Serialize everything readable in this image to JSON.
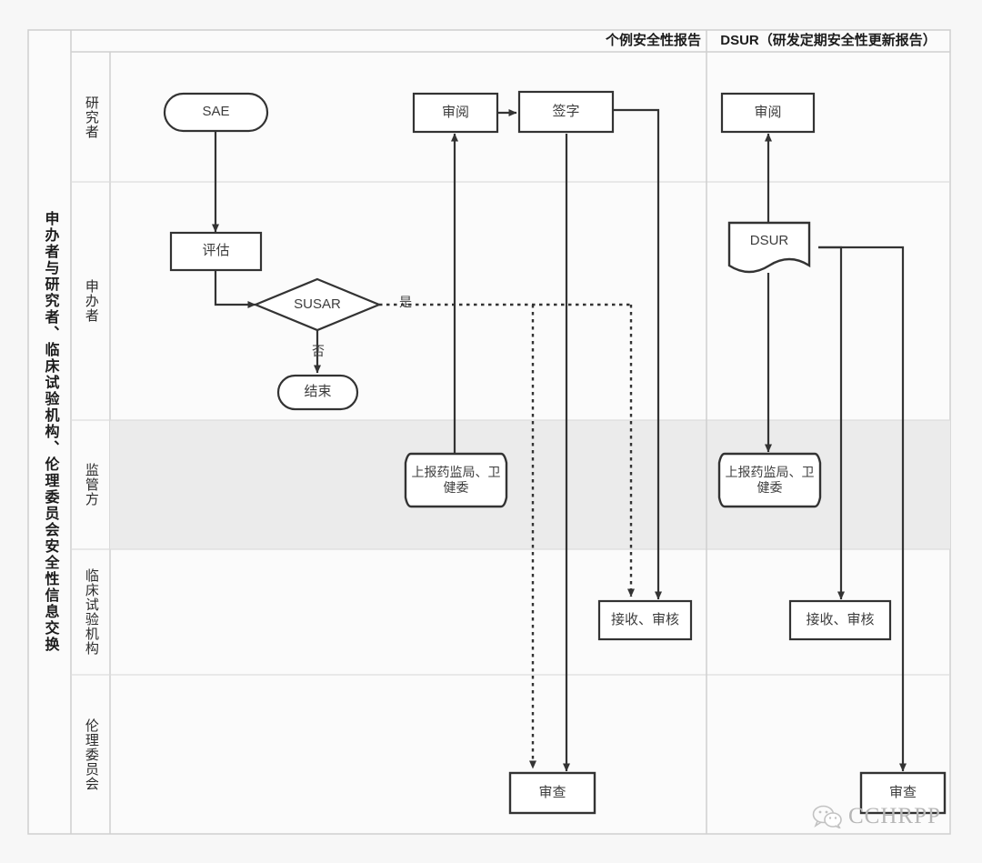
{
  "diagram": {
    "pool_title": "申办者与研究者、临床试验机构、伦理委员会安全性信息交换",
    "columns": [
      {
        "key": "case_report",
        "label": "个例安全性报告"
      },
      {
        "key": "dsur",
        "label": "DSUR（研发定期安全性更新报告）"
      }
    ],
    "lanes": [
      {
        "key": "investigator",
        "label": "研究者"
      },
      {
        "key": "sponsor",
        "label": "申办者"
      },
      {
        "key": "regulator",
        "label": "监管方",
        "highlight": true
      },
      {
        "key": "site",
        "label": "临床试验机构"
      },
      {
        "key": "ethics",
        "label": "伦理委员会"
      }
    ],
    "nodes": {
      "sae": "SAE",
      "assess": "评估",
      "susar": "SUSAR",
      "end": "结束",
      "review_case": "审阅",
      "sign_case": "签字",
      "report_case": "上报药监局、卫健委",
      "receive_case": "接收、审核",
      "examine_case": "审查",
      "review_dsur": "审阅",
      "dsur": "DSUR",
      "report_dsur": "上报药监局、卫健委",
      "receive_dsur": "接收、审核",
      "examine_dsur": "审查"
    },
    "edge_labels": {
      "yes": "是",
      "no": "否"
    },
    "colors": {
      "stroke": "#333333",
      "lane_highlight": "#ebebeb",
      "panel": "#fbfbfb",
      "page": "#f7f7f7",
      "grid": "#d9d9d9"
    },
    "watermark": {
      "text": "CCHRPP",
      "icon": "wechat-icon"
    }
  }
}
